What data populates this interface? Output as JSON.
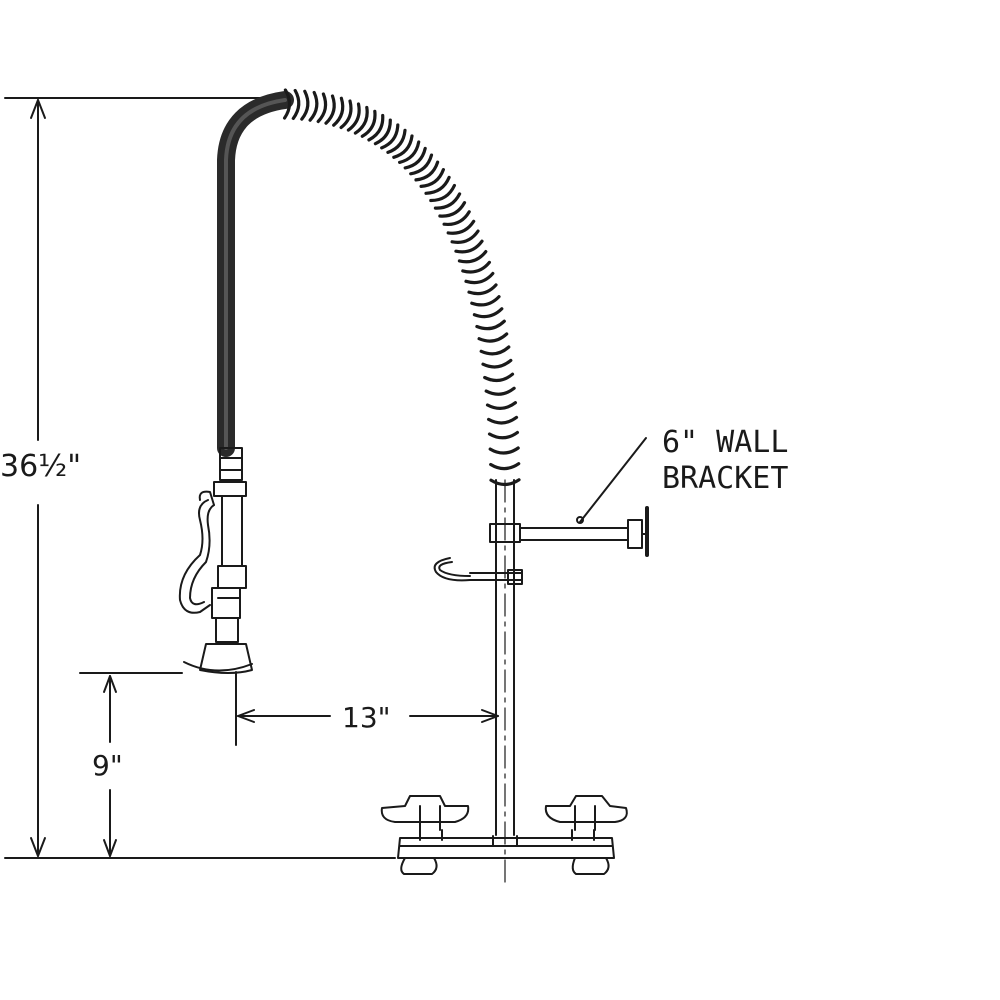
{
  "diagram": {
    "labels": {
      "height_total": "36½\"",
      "wall_bracket_line1": "6\" WALL",
      "wall_bracket_line2": "BRACKET",
      "reach": "13\"",
      "spray_height": "9\""
    },
    "colors": {
      "line": "#1a1a1a",
      "hose": "#2a2a2a",
      "background": "#ffffff"
    }
  }
}
